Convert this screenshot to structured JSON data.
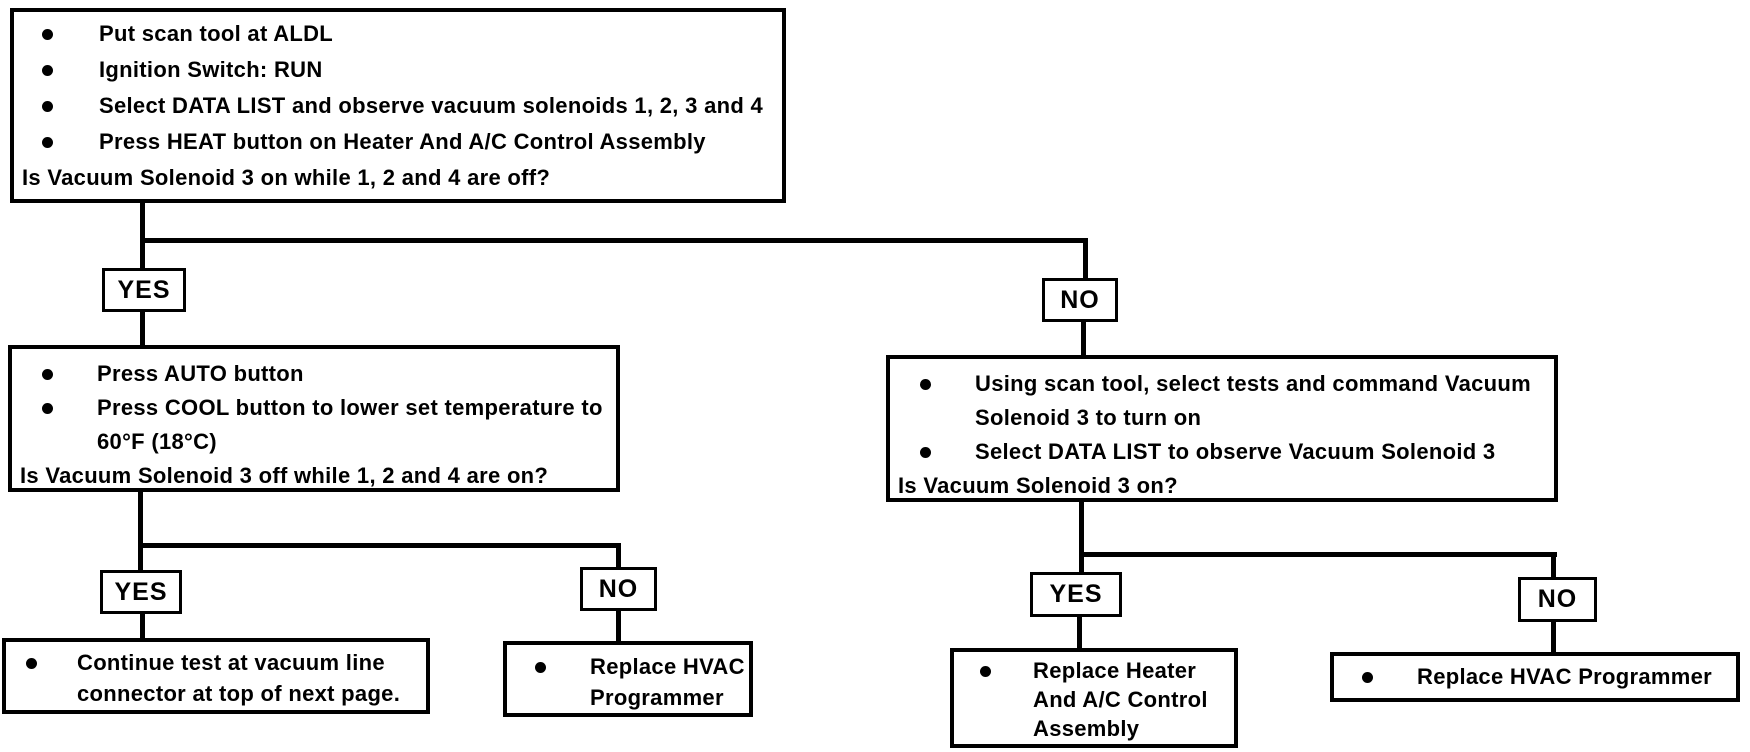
{
  "diagram": {
    "type": "flowchart",
    "background_color": "#ffffff",
    "line_color": "#000000",
    "icons": {
      "bullet": "●"
    },
    "nodes": {
      "root": {
        "bullets": [
          "Put scan tool at ALDL",
          "Ignition Switch: RUN",
          "Select DATA LIST and observe vacuum solenoids 1, 2, 3 and 4",
          "Press HEAT button on Heater And A/C Control Assembly"
        ],
        "question": "Is Vacuum Solenoid 3 on while 1, 2 and 4 are off?"
      },
      "root_yes_label": "YES",
      "root_no_label": "NO",
      "left_decision": {
        "bullet1": "Press AUTO button",
        "bullet2_line1": "Press COOL button to lower set temperature to",
        "bullet2_line2": "60°F (18°C)",
        "question": "Is Vacuum Solenoid 3 off while 1, 2 and 4 are on?"
      },
      "left_yes_label": "YES",
      "left_no_label": "NO",
      "continue_test": {
        "line1": "Continue test at vacuum line",
        "line2": "connector at top of next page."
      },
      "replace_hvac_left": {
        "line1": "Replace HVAC",
        "line2": "Programmer"
      },
      "right_decision": {
        "bullet1_line1": "Using scan tool, select tests and command Vacuum",
        "bullet1_line2": "Solenoid 3 to turn on",
        "bullet2": "Select DATA LIST to observe Vacuum Solenoid 3",
        "question": "Is Vacuum Solenoid 3 on?"
      },
      "right_yes_label": "YES",
      "right_no_label": "NO",
      "replace_heater": {
        "line1": "Replace Heater",
        "line2": "And A/C Control",
        "line3": "Assembly"
      },
      "replace_hvac_right": {
        "line1": "Replace HVAC Programmer"
      }
    }
  }
}
